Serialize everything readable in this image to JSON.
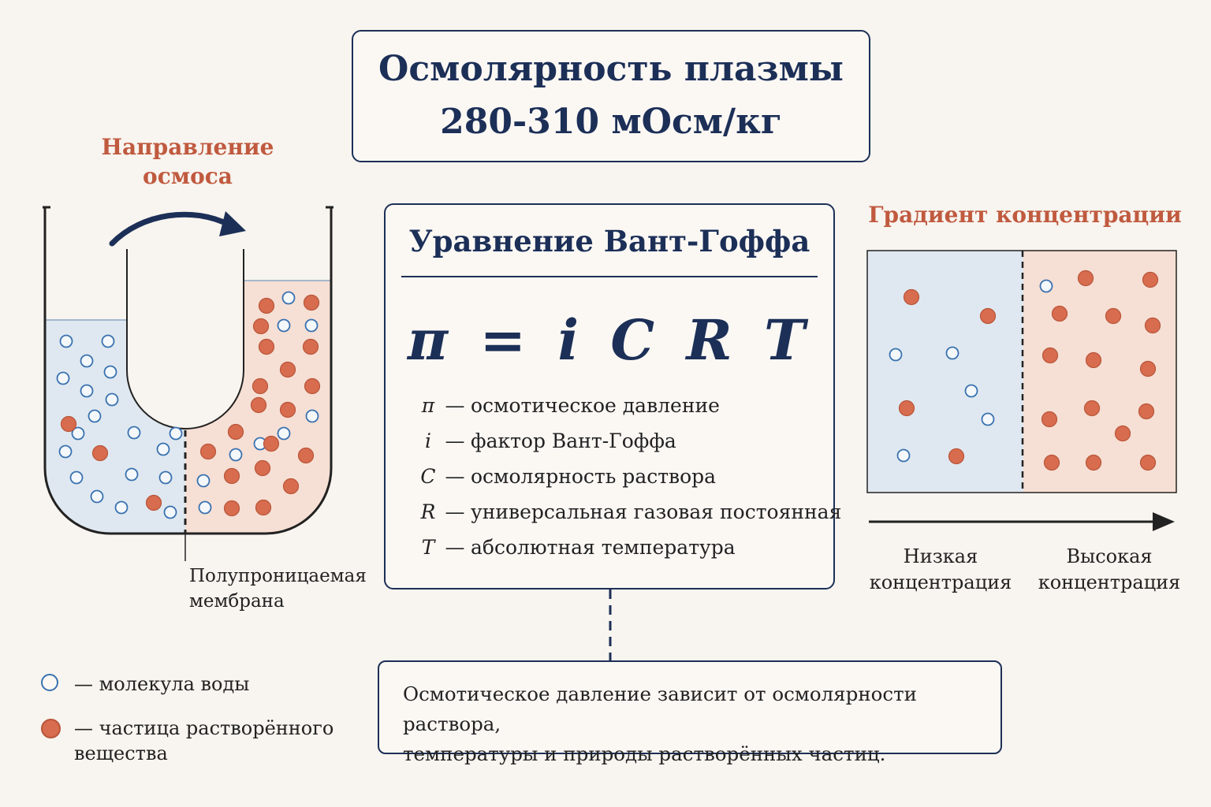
{
  "title": {
    "line1": "Осмолярность плазмы",
    "line2": "280-310 мОсм/кг"
  },
  "osmosis": {
    "label_line1": "Направление",
    "label_line2": "осмоса",
    "membrane_label_line1": "Полупроницаемая",
    "membrane_label_line2": "мембрана"
  },
  "equation": {
    "title": "Уравнение Вант-Гоффа",
    "formula": "π = i C R T",
    "legend": [
      {
        "symbol": "π",
        "dash": "—",
        "text": "осмотическое давление"
      },
      {
        "symbol": "i",
        "dash": "—",
        "text": "фактор Вант-Гоффа"
      },
      {
        "symbol": "C",
        "dash": "—",
        "text": "осмолярность раствора"
      },
      {
        "symbol": "R",
        "dash": "—",
        "text": "универсальная газовая постоянная"
      },
      {
        "symbol": "T",
        "dash": "—",
        "text": "абсолютная температура"
      }
    ]
  },
  "gradient": {
    "title": "Градиент концентрации",
    "low_line1": "Низкая",
    "low_line2": "концентрация",
    "high_line1": "Высокая",
    "high_line2": "концентрация"
  },
  "key": {
    "water_text": "— молекула воды",
    "solute_line1": "— частица растворённого",
    "solute_line2": "вещества"
  },
  "note": {
    "line1": "Осмотическое давление зависит от осмолярности раствора,",
    "line2": "температуры и природы растворённых частиц."
  },
  "colors": {
    "navy": "#1c2f57",
    "accent": "#c05a3f",
    "water_fill": "#dfe8f0",
    "solute_fill": "#f6dfd4",
    "water_stroke": "#3a72b0",
    "solute_fill_dot": "#d86c4e"
  }
}
